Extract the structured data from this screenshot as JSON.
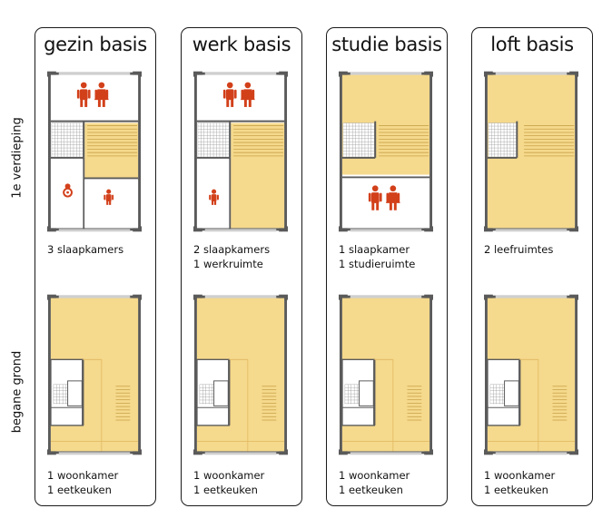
{
  "row_labels": {
    "upper": "1e verdieping",
    "ground": "begane grond"
  },
  "colors": {
    "room_fill": "#f5d98c",
    "wall": "#5a5a5a",
    "stairs": "#c9a24a",
    "figure_red": "#d2401a"
  },
  "variants": [
    {
      "title": "gezin basis",
      "upper_caption": [
        "3 slaapkamers"
      ],
      "ground_caption": [
        "1 woonkamer",
        "1 eetkeuken"
      ]
    },
    {
      "title": "werk basis",
      "upper_caption": [
        "2 slaapkamers",
        "1 werkruimte"
      ],
      "ground_caption": [
        "1 woonkamer",
        "1 eetkeuken"
      ]
    },
    {
      "title": "studie basis",
      "upper_caption": [
        "1 slaapkamer",
        "1 studieruimte"
      ],
      "ground_caption": [
        "1 woonkamer",
        "1 eetkeuken"
      ]
    },
    {
      "title": "loft basis",
      "upper_caption": [
        "2 leefruimtes"
      ],
      "ground_caption": [
        "1 woonkamer",
        "1 eetkeuken"
      ]
    }
  ]
}
